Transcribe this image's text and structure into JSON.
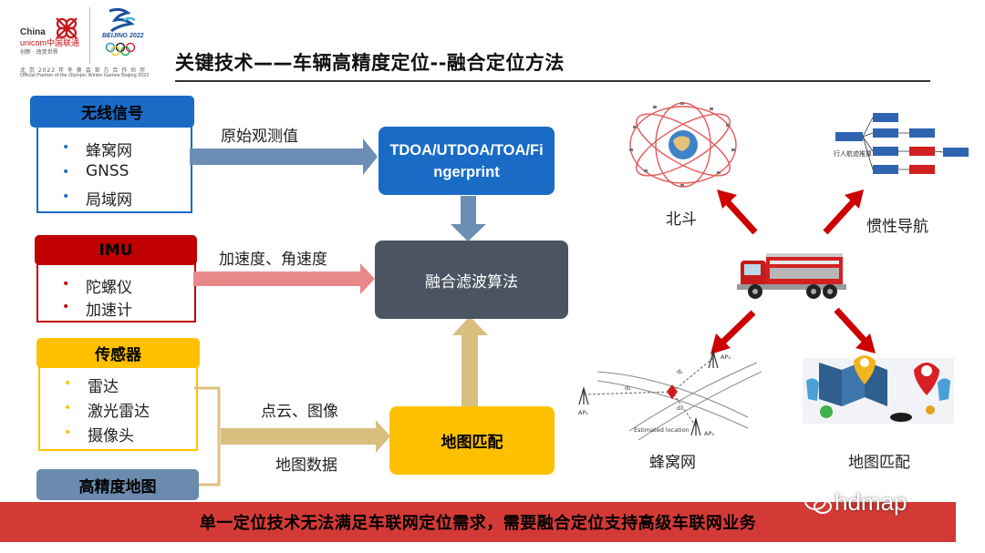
{
  "logo": {
    "brand_en_1": "China",
    "brand_en_2": "unicom中国联通",
    "slogan": "创新 · 改变世界",
    "beijing": "BEIJING 2022",
    "partner_cn": "北 京 2022 年 冬 奥 会 官 方 合 作 伙 伴",
    "partner_en": "Official Partner of the Olympic Winter Games Beijing 2022"
  },
  "title": "关键技术——车辆高精度定位--融合定位方法",
  "inputs": {
    "wireless": {
      "header": "无线信号",
      "items": [
        "蜂窝网",
        "GNSS",
        "局域网"
      ],
      "arrow_label": "原始观测值"
    },
    "imu": {
      "header": "IMU",
      "items": [
        "陀螺仪",
        "加速计"
      ],
      "arrow_label": "加速度、角速度"
    },
    "sensor": {
      "header": "传感器",
      "items": [
        "雷达",
        "激光雷达",
        "摄像头"
      ]
    },
    "hdmap": {
      "header": "高精度地图"
    },
    "mapmatch_labels": {
      "top": "点云、图像",
      "bottom": "地图数据"
    }
  },
  "process": {
    "tdoa": "TDOA/UTDOA/TOA/Fingerprint",
    "fusion": "融合滤波算法",
    "mapmatch": "地图匹配"
  },
  "right": {
    "beidou": "北斗",
    "ins": "惯性导航",
    "cellular": "蜂窝网",
    "mapmatch": "地图匹配",
    "ins_diagram": {
      "pdr": "行人航迹推算"
    },
    "cell_diagram": {
      "ap1": "AP₁",
      "ap2": "AP₂",
      "ap3": "AP₃",
      "d1": "d₁",
      "d2": "d₂",
      "d3": "d₃",
      "estimated": "Estimated location"
    }
  },
  "footer": "单一定位技术无法满足车联网定位需求，需要融合定位支持高级车联网业务",
  "watermark": "hdmap",
  "colors": {
    "blue": "#1a6bc6",
    "red": "#c00000",
    "yellow": "#ffc000",
    "slate": "#6a8bad",
    "dark": "#4a5463",
    "footer": "#d33a36",
    "arrow_red": "#cc0000"
  }
}
